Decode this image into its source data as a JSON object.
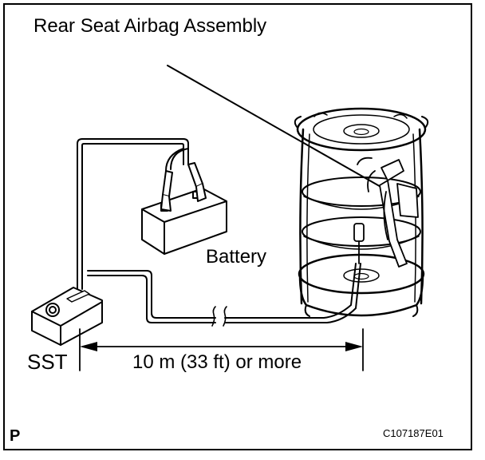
{
  "labels": {
    "title": "Rear Seat Airbag Assembly",
    "battery": "Battery",
    "sst": "SST",
    "distance": "10 m (33 ft) or more",
    "panel_letter": "P",
    "figure_code": "C107187E01"
  },
  "colors": {
    "ink": "#000000",
    "background": "#ffffff",
    "shading": "#d8d8d8"
  }
}
